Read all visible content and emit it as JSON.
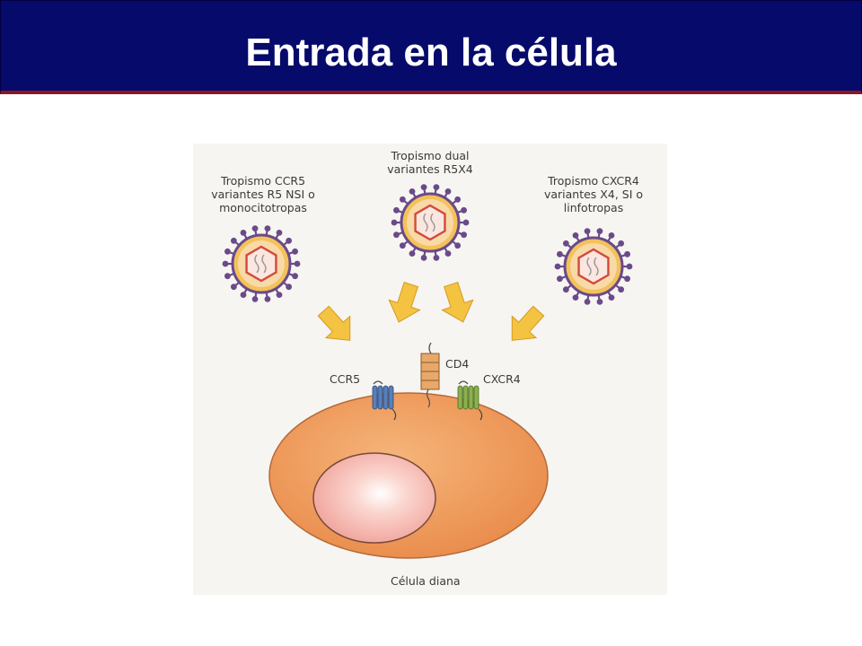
{
  "slide": {
    "title": "Entrada en la célula"
  },
  "diagram": {
    "tropism_ccr5": {
      "line1": "Tropismo CCR5",
      "line2": "variantes R5 NSI o",
      "line3": "monocitotropas"
    },
    "tropism_dual": {
      "line1": "Tropismo dual",
      "line2": "variantes R5X4"
    },
    "tropism_cxcr4": {
      "line1": "Tropismo CXCR4",
      "line2": "variantes X4, SI o",
      "line3": "linfotropas"
    },
    "receptors": {
      "ccr5": "CCR5",
      "cd4": "CD4",
      "cxcr4": "CXCR4"
    },
    "cell_label": "Célula diana",
    "colors": {
      "title_bg": "#060a6a",
      "title_accent": "#8a1525",
      "cell": "#ef9a5a",
      "ccr5": "#5a7fb8",
      "cxcr4": "#8cb04e",
      "cd4": "#e8a86a",
      "virus_envelope": "#6a4a8a",
      "arrow": "#f5c342"
    }
  }
}
